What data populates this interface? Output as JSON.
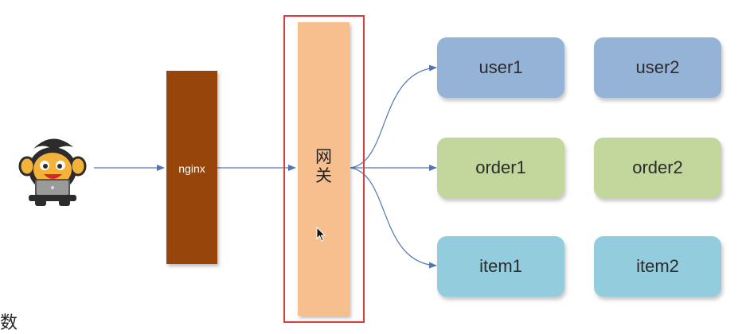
{
  "nginx_label": "nginx",
  "gateway_label": "网\n关",
  "services": {
    "user1": "user1",
    "user2": "user2",
    "order1": "order1",
    "order2": "order2",
    "item1": "item1",
    "item2": "item2"
  },
  "stray_text": "数",
  "colors": {
    "nginx": "#98450b",
    "gateway": "#f8bf8e",
    "highlight_frame": "#e23a3a",
    "user_service": "#95b3d7",
    "order_service": "#c3d69b",
    "item_service": "#93cddd",
    "arrow": "#4f77b3"
  },
  "icons": [
    "monkey-user-icon",
    "mouse-cursor-icon"
  ]
}
